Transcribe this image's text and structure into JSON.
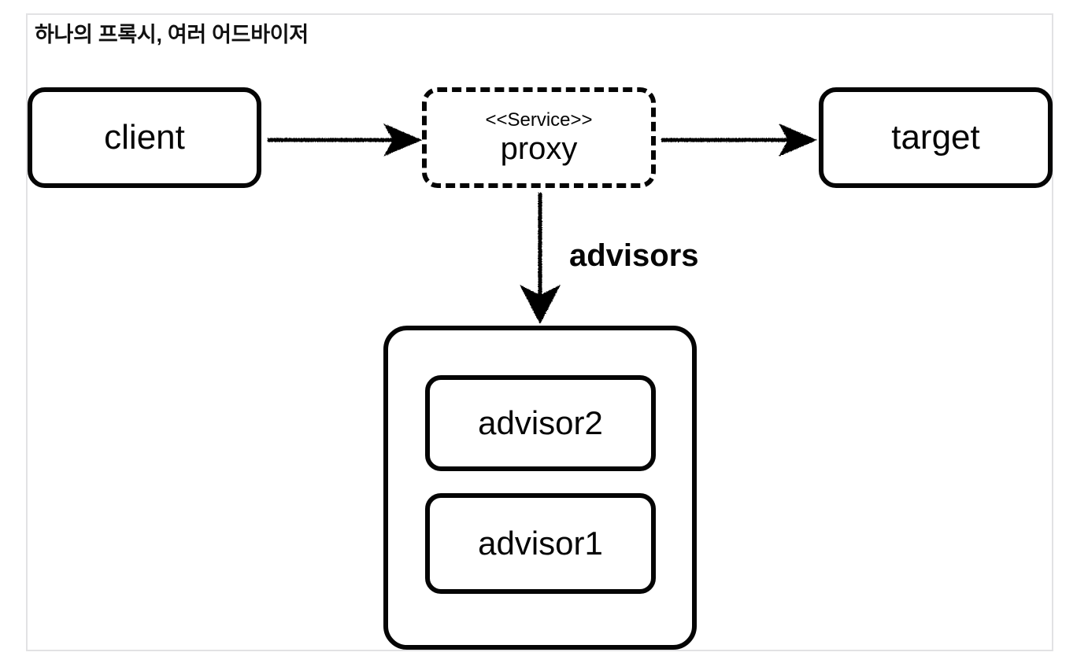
{
  "diagram": {
    "title": "하나의 프록시, 여러 어드바이저",
    "type": "uml-component-diagram",
    "frame": {
      "border_color": "#e2e2e4",
      "background": "#ffffff"
    },
    "stroke_color": "#050505",
    "nodes": [
      {
        "id": "client",
        "label": "client",
        "shape": "rounded-rectangle",
        "border_style": "solid"
      },
      {
        "id": "proxy",
        "stereotype": "<<Service>>",
        "label": "proxy",
        "shape": "rounded-rectangle",
        "border_style": "dashed"
      },
      {
        "id": "target",
        "label": "target",
        "shape": "rounded-rectangle",
        "border_style": "solid"
      },
      {
        "id": "advisors-container",
        "label": "",
        "shape": "rounded-rectangle",
        "border_style": "solid"
      },
      {
        "id": "advisor2",
        "label": "advisor2",
        "shape": "rounded-rectangle",
        "border_style": "solid"
      },
      {
        "id": "advisor1",
        "label": "advisor1",
        "shape": "rounded-rectangle",
        "border_style": "solid"
      }
    ],
    "edges": [
      {
        "id": "client-to-proxy",
        "from": "client",
        "to": "proxy",
        "label": "",
        "direction": "right"
      },
      {
        "id": "proxy-to-target",
        "from": "proxy",
        "to": "target",
        "label": "",
        "direction": "right"
      },
      {
        "id": "proxy-to-advisors",
        "from": "proxy",
        "to": "advisors-container",
        "label": "advisors",
        "direction": "down"
      }
    ]
  }
}
